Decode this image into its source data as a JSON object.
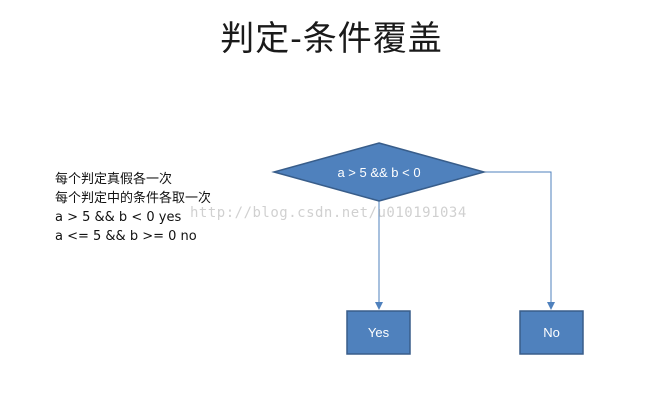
{
  "slide": {
    "title": "判定-条件覆盖",
    "notes": [
      "每个判定真假各一次",
      "每个判定中的条件各取一次",
      "a > 5 && b < 0  yes",
      "a <= 5 && b >= 0  no"
    ]
  },
  "flowchart": {
    "decision_label": "a > 5 && b < 0",
    "yes_label": "Yes",
    "no_label": "No",
    "shape_fill": "#4f81bd",
    "shape_stroke": "#385d8a",
    "connector_color": "#4f81bd",
    "label_color": "#ffffff"
  },
  "watermark": "http://blog.csdn.net/u010191034"
}
